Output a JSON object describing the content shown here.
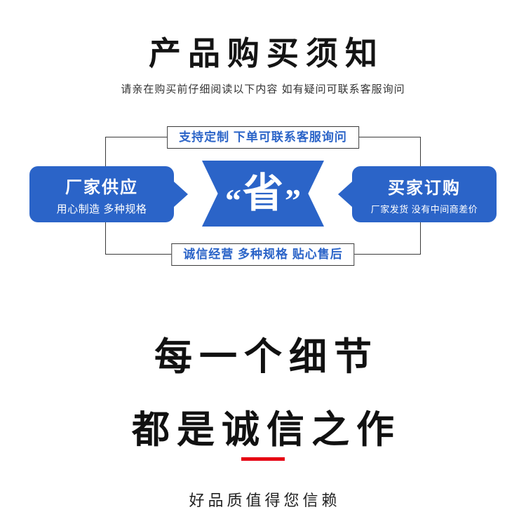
{
  "page": {
    "title": "产品购买须知",
    "subtitle": "请亲在购买前仔细阅读以下内容 如有疑问可联系客服询问"
  },
  "diagram": {
    "top_box": "支持定制 下单可联系客服询问",
    "left_card": {
      "title": "厂家供应",
      "desc": "用心制造 多种规格"
    },
    "center_badge": {
      "open_quote": "“",
      "char": "省",
      "close_quote": "”"
    },
    "right_card": {
      "title": "买家订购",
      "desc": "厂家发货 没有中间商差价"
    },
    "bottom_box": "诚信经营 多种规格 贴心售后"
  },
  "footer": {
    "headline_line1": "每一个细节",
    "headline_line2": "都是诚信之作",
    "tagline": "好品质值得您信赖"
  },
  "colors": {
    "accent_blue": "#2b64c8",
    "accent_red": "#e60012"
  }
}
